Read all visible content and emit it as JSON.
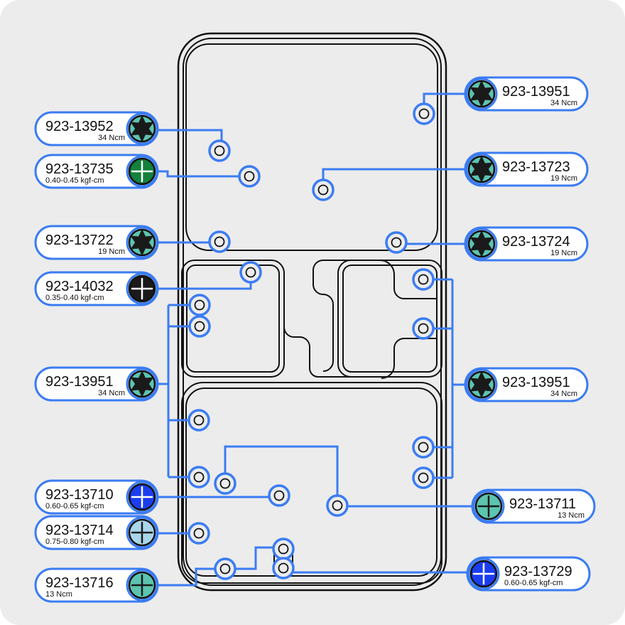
{
  "colors": {
    "line": "#3b7cf2",
    "teal": "#5cc4af",
    "green": "#13803c",
    "blue": "#1b3df0",
    "lightblue": "#a9d6ea",
    "black": "#1a1a1a"
  },
  "labels": [
    {
      "code": "923-13952",
      "torque": "34 Ncm",
      "icon": "torx-icon",
      "color": "teal"
    },
    {
      "code": "923-13735",
      "torque": "0.40-0.45 kgf-cm",
      "icon": "phillips-icon",
      "color": "green"
    },
    {
      "code": "923-13722",
      "torque": "19 Ncm",
      "icon": "torx-icon",
      "color": "teal"
    },
    {
      "code": "923-14032",
      "torque": "0.35-0.40 kgf-cm",
      "icon": "phillips-icon",
      "color": "black"
    },
    {
      "code": "923-13951",
      "torque": "34 Ncm",
      "icon": "torx-icon",
      "color": "teal"
    },
    {
      "code": "923-13710",
      "torque": "0.60-0.65 kgf-cm",
      "icon": "phillips-icon",
      "color": "blue"
    },
    {
      "code": "923-13714",
      "torque": "0.75-0.80 kgf-cm",
      "icon": "phillips-icon",
      "color": "lightblue"
    },
    {
      "code": "923-13716",
      "torque": "13 Ncm",
      "icon": "phillips-icon",
      "color": "teal"
    },
    {
      "code": "923-13951",
      "torque": "34 Ncm",
      "icon": "torx-icon",
      "color": "teal"
    },
    {
      "code": "923-13723",
      "torque": "19 Ncm",
      "icon": "torx-icon",
      "color": "teal"
    },
    {
      "code": "923-13724",
      "torque": "19 Ncm",
      "icon": "torx-icon",
      "color": "teal"
    },
    {
      "code": "923-13951",
      "torque": "34 Ncm",
      "icon": "torx-icon",
      "color": "teal"
    },
    {
      "code": "923-13711",
      "torque": "13 Ncm",
      "icon": "phillips-icon",
      "color": "teal"
    },
    {
      "code": "923-13729",
      "torque": "0.60-0.65 kgf-cm",
      "icon": "phillips-icon",
      "color": "blue"
    }
  ]
}
